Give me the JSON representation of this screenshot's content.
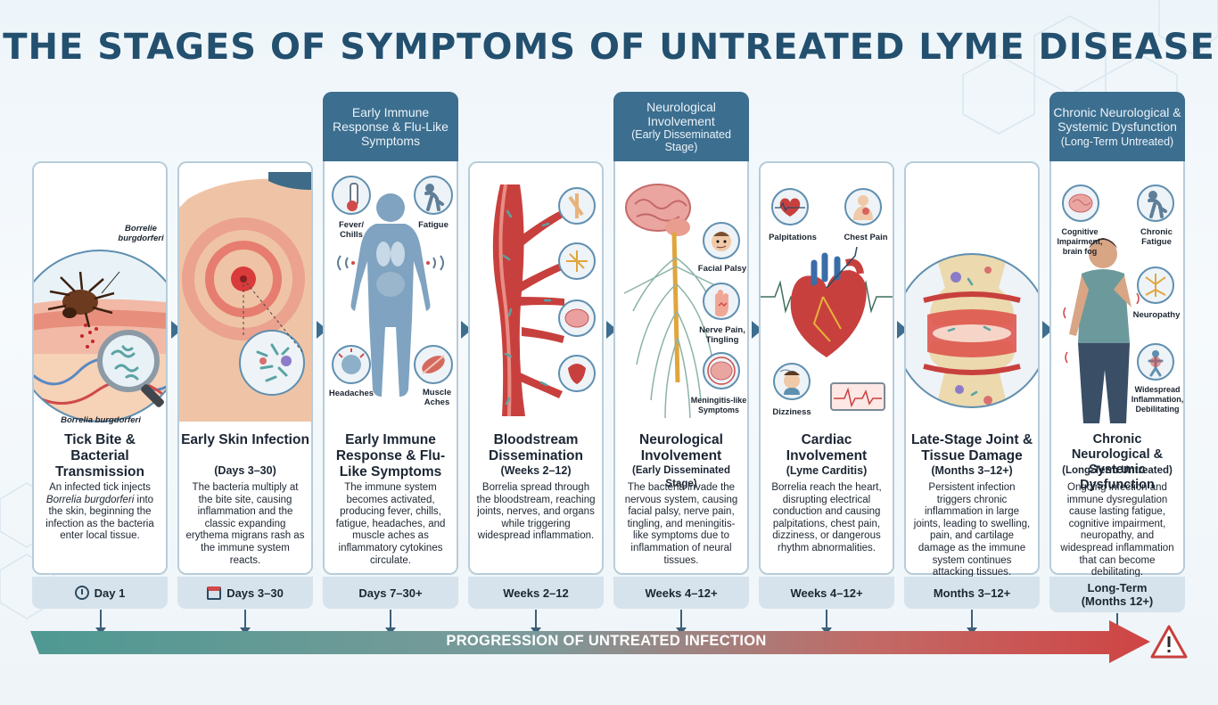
{
  "title": "THE STAGES OF SYMPTOMS OF UNTREATED LYME DISEASE",
  "progression_label": "PROGRESSION OF UNTREATED INFECTION",
  "warning_icon": "warning-triangle-icon",
  "colors": {
    "accent": "#3c6e8f",
    "arrow_start": "#4e9992",
    "arrow_end": "#cf4444",
    "title": "#24506f"
  },
  "stages": [
    {
      "title": "Tick Bite & Bacterial Transmission",
      "subtitle": "",
      "desc_pre": "An infected tick injects ",
      "desc_italic": "Borrelia burgdorferi",
      "desc_post": " into the skin, beginning the infection as the bacteria enter local tissue.",
      "timeline": "Day 1",
      "timeline_icon": "clock-icon",
      "labels": [
        "Borrelie burgdorferi",
        "Borrelia burgdorferi"
      ]
    },
    {
      "title": "Early Skin Infection",
      "subtitle": "(Days 3–30)",
      "desc": "The bacteria multiply at the bite site, causing inflammation and the classic expanding erythema migrans rash as the immune system reacts.",
      "timeline": "Days 3–30",
      "timeline_icon": "calendar-icon"
    },
    {
      "title": "Early Immune Response & Flu-Like Symptoms",
      "subtitle": "",
      "banner": "Early Immune Response & Flu-Like Symptoms",
      "banner_sub": "",
      "desc": "The immune system becomes activated, producing fever, chills, fatigue, headaches, and muscle aches as inflammatory cytokines circulate.",
      "timeline": "Days 7–30+",
      "labels": [
        "Fever/ Chills",
        "Fatigue",
        "Headaches",
        "Muscle Aches"
      ]
    },
    {
      "title": "Bloodstream Dissemination",
      "subtitle": "(Weeks 2–12)",
      "desc": "Borrelia spread through the bloodstream, reaching joints, nerves, and organs while triggering widespread inflammation.",
      "timeline": "Weeks 2–12"
    },
    {
      "title": "Neurological Involvement",
      "subtitle": "(Early Disseminated Stage)",
      "banner": "Neurological Involvement",
      "banner_sub": "(Early Disseminated Stage)",
      "desc": "The bacteria invade the nervous system, causing facial palsy, nerve pain, tingling, and meningitis-like symptoms due to inflammation of neural tissues.",
      "timeline": "Weeks 4–12+",
      "labels": [
        "Facial Palsy",
        "Nerve Pain, Tingling",
        "Meningitis-like Symptoms"
      ]
    },
    {
      "title": "Cardiac Involvement",
      "subtitle": "(Lyme Carditis)",
      "desc": "Borrelia reach the heart, disrupting electrical conduction and causing palpitations, chest pain, dizziness, or dangerous rhythm abnormalities.",
      "timeline": "Weeks 4–12+",
      "labels": [
        "Palpitations",
        "Chest Pain",
        "Dizziness"
      ]
    },
    {
      "title": "Late-Stage Joint & Tissue Damage",
      "subtitle": "(Months 3–12+)",
      "desc": "Persistent infection triggers chronic inflammation in large joints, leading to swelling, pain, and cartilage damage as the immune system continues attacking tissues.",
      "timeline": "Months 3–12+"
    },
    {
      "title": "Chronic Neurological & Systemic Dysfunction",
      "subtitle": "(Long-Term Untreated)",
      "banner": "Chronic Neurological & Systemic Dysfunction",
      "banner_sub": "(Long-Term Untreated)",
      "desc": "Ongoing infection and immune dysregulation cause lasting fatigue, cognitive impairment, neuropathy, and widespread inflammation that can become debilitating.",
      "timeline": "Long-Term (Months 12+)",
      "labels": [
        "Cognitive Impairment, brain fog",
        "Chronic Fatigue",
        "Neuropathy",
        "Widespread Inflammation, Debilitating"
      ]
    }
  ]
}
